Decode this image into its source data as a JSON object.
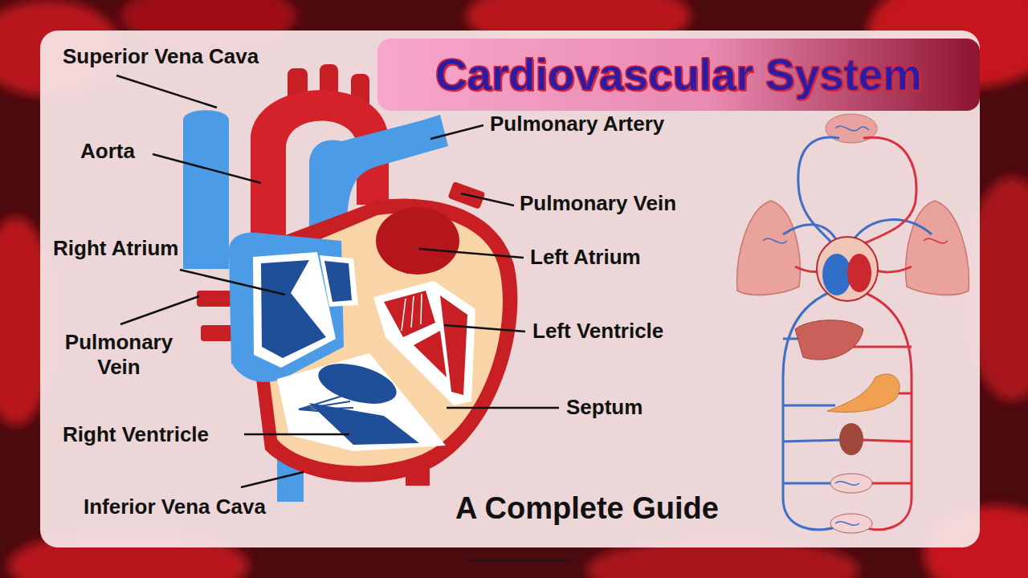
{
  "diagram": {
    "title": "Cardiovascular System",
    "caption": "A Complete Guide",
    "labels": [
      "Superior Vena Cava",
      "Pulmonary Artery",
      "Aorta",
      "Pulmonary Vein",
      "Right Atrium",
      "Left Atrium",
      "Pulmonary Vein",
      "Left Ventricle",
      "Septum",
      "Right Ventricle",
      "Inferior Vena Cava"
    ]
  }
}
